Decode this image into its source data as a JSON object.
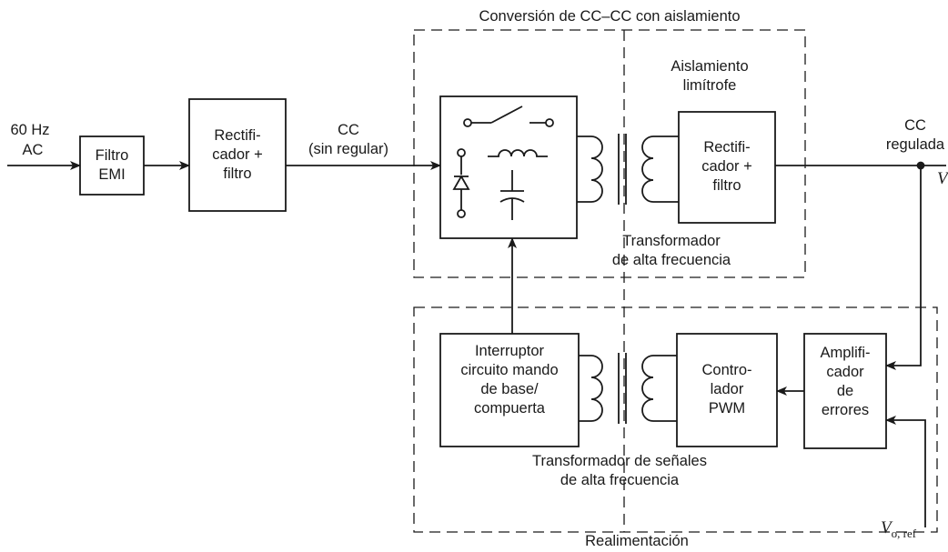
{
  "input": {
    "freq": "60 Hz",
    "type": "AC"
  },
  "blocks": {
    "emi_filter": "Filtro\nEMI",
    "rectifier_in": "Rectifi-\ncador +\nfiltro",
    "rectifier_out": "Rectifi-\ncador +\nfiltro",
    "gate_drive": "Interruptor\ncircuito mando\nde base/\ncompuerta",
    "pwm": "Contro-\nlador\nPWM",
    "error_amp": "Amplifi-\ncador\nde\nerrores"
  },
  "labels": {
    "cc_unregulated": "CC\n(sin regular)",
    "isolated_conversion": "Conversión de CC–CC con aislamiento",
    "isolation_boundary": "Aislamiento\nlimítrofe",
    "hf_transformer": "Transformador\nde alta frecuencia",
    "signal_transformer": "Transformador de señales\nde alta frecuencia",
    "feedback": "Realimentación",
    "cc_regulated": "CC\nregulada"
  },
  "outputs": {
    "vo_symbol": "V",
    "vref_symbol": "V",
    "vref_sub": "o, ref"
  }
}
